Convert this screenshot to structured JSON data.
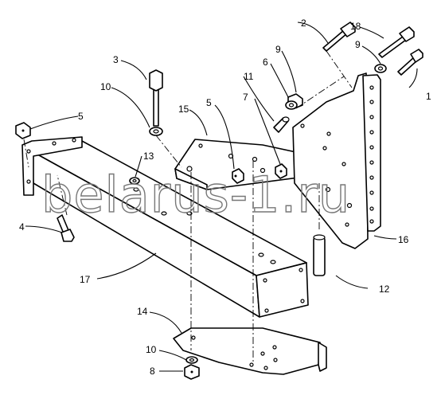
{
  "watermark": "belarus-1.ru",
  "callouts": {
    "c1": "1",
    "c2": "2",
    "c3": "3",
    "c4": "4",
    "c5a": "5",
    "c5b": "5",
    "c6": "6",
    "c7": "7",
    "c8": "8",
    "c9a": "9",
    "c9b": "9",
    "c10a": "10",
    "c10b": "10",
    "c11": "11",
    "c12": "12",
    "c13": "13",
    "c14": "14",
    "c15": "15",
    "c16": "16",
    "c17": "17",
    "c18": "18"
  }
}
